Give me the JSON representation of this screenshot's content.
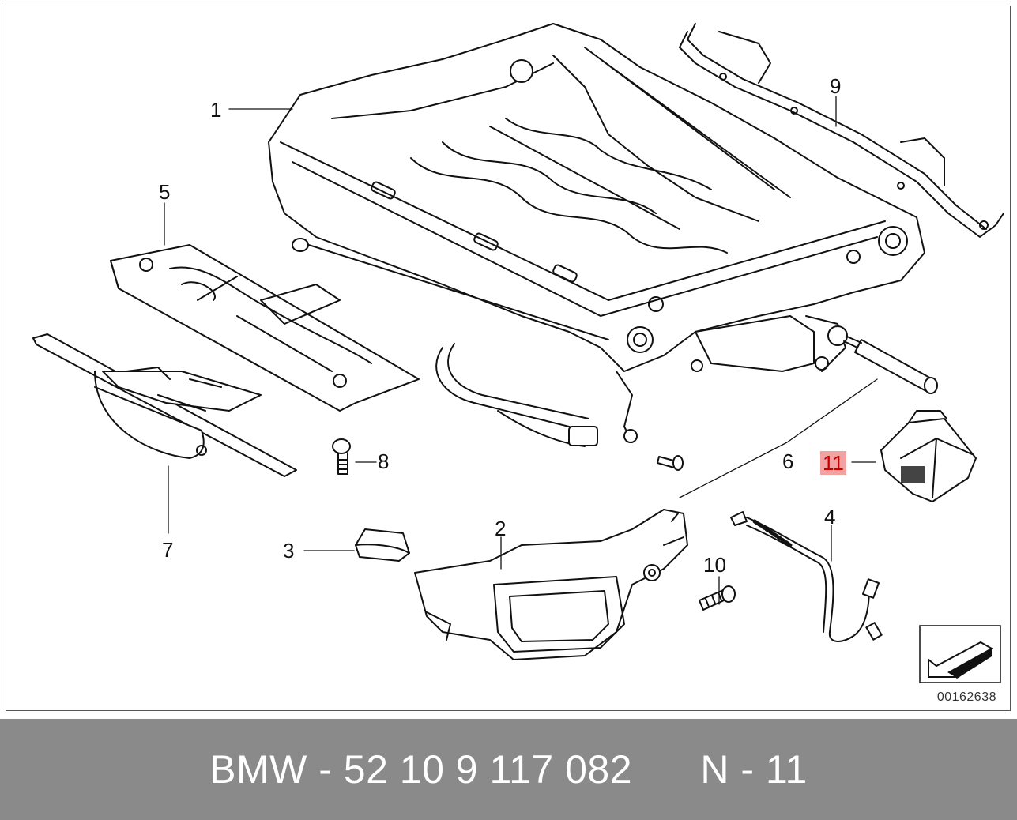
{
  "diagram": {
    "labels": {
      "p1": "1",
      "p2": "2",
      "p3": "3",
      "p4": "4",
      "p5": "5",
      "p6": "6",
      "p7": "7",
      "p8": "8",
      "p9": "9",
      "p10": "10",
      "p11": "11"
    },
    "highlighted_part": "11",
    "image_code": "00162638",
    "highlight_color": "#f3a2a2",
    "highlight_text_color": "#c80000"
  },
  "footer": {
    "text": "BMW - 52 10 9 117 082      N - 11",
    "background": "#8a8a8a"
  },
  "icons": [
    "direction-arrow-icon"
  ]
}
